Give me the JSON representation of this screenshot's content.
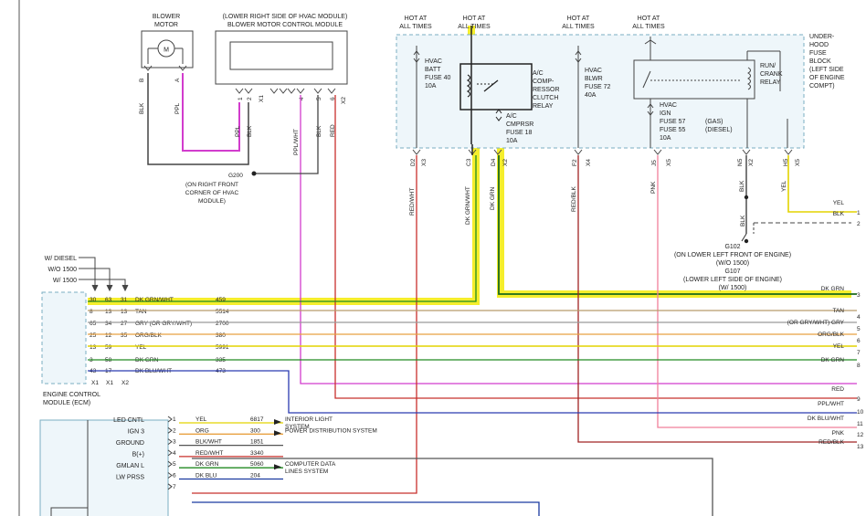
{
  "colors": {
    "highlight": "#f5ee2c",
    "highlight_dark": "#e3d400",
    "magenta": "#d23ccd",
    "red": "#c8302c",
    "orange": "#e8a040",
    "tan": "#b89a6a",
    "gray": "#9a9a9a",
    "green": "#208a20",
    "blue": "#2a3ab0",
    "pink": "#f07f9a",
    "black": "#333333",
    "dashed": "#7aaec2"
  },
  "blower_motor": {
    "title": [
      "BLOWER",
      "MOTOR"
    ],
    "symbol": "M",
    "pins": [
      "B",
      "A"
    ],
    "wires": [
      "BLK",
      "PPL"
    ]
  },
  "bmcm": {
    "title": [
      "(LOWER RIGHT SIDE OF HVAC MODULE)",
      "BLOWER MOTOR CONTROL MODULE"
    ],
    "pins": [
      "1",
      "2",
      "X1",
      "3",
      "4",
      "5",
      "6",
      "X2"
    ],
    "wires": [
      "PPL",
      "BLK",
      "PPL/WHT",
      "BLK",
      "RED"
    ]
  },
  "g200": {
    "id": "G200",
    "location": [
      "(ON RIGHT FRONT",
      "CORNER OF HVAC",
      "MODULE)"
    ]
  },
  "fuse_block": {
    "label": [
      "UNDER-",
      "HOOD",
      "FUSE",
      "BLOCK",
      "(LEFT SIDE",
      "OF ENGINE",
      "COMPT)"
    ],
    "hot": [
      {
        "text": [
          "HOT AT",
          "ALL TIMES"
        ]
      },
      {
        "text": [
          "HOT AT",
          "ALL TIMES"
        ]
      },
      {
        "text": [
          "HOT AT",
          "ALL TIMES"
        ]
      },
      {
        "text": [
          "HOT AT",
          "ALL TIMES"
        ]
      }
    ],
    "hvac_batt": [
      "HVAC",
      "BATT",
      "FUSE 40",
      "10A"
    ],
    "ac_relay": [
      "A/C",
      "COMP-",
      "RESSOR",
      "CLUTCH",
      "RELAY"
    ],
    "ac_fuse": [
      "A/C",
      "CMPRSR",
      "FUSE 18",
      "10A"
    ],
    "blwr_fuse": [
      "HVAC",
      "BLWR",
      "FUSE 72",
      "40A"
    ],
    "run_crank": [
      "RUN/",
      "CRANK",
      "RELAY"
    ],
    "ign_fuse": [
      "HVAC",
      "IGN",
      "FUSE 57",
      "FUSE 55",
      "10A"
    ],
    "ign_notes": [
      "(GAS)",
      "(DIESEL)"
    ],
    "terminals": [
      {
        "pin": "D2",
        "conn": "X3",
        "wire": "RED/WHT"
      },
      {
        "pin": "C3",
        "conn": "",
        "wire": "DK GRN/WHT"
      },
      {
        "pin": "D4",
        "conn": "X2",
        "wire": "DK GRN"
      },
      {
        "pin": "F2",
        "conn": "X4",
        "wire": "RED/BLK"
      },
      {
        "pin": "J5",
        "conn": "X5",
        "wire": "PNK"
      },
      {
        "pin": "N5",
        "conn": "X2",
        "wire": "BLK"
      },
      {
        "pin": "H5",
        "conn": "X5",
        "wire": "YEL"
      }
    ]
  },
  "ground": {
    "wire": "BLK",
    "g102": [
      "G102",
      "(ON LOWER LEFT FRONT OF ENGINE)",
      "(W/O 1500)"
    ],
    "g107": [
      "G107",
      "(LOWER LEFT SIDE OF ENGINE)",
      "(W/ 1500)"
    ]
  },
  "ecm": {
    "variants": [
      "W/ DIESEL",
      "W/O 1500",
      "W/ 1500"
    ],
    "label": [
      "ENGINE CONTROL",
      "MODULE (ECM)"
    ],
    "connectors": [
      "X1",
      "X1",
      "X2"
    ],
    "rows": [
      {
        "p1": "30",
        "p2": "63",
        "p3": "31",
        "wire": "DK GRN/WHT",
        "circuit": "459"
      },
      {
        "p1": "8",
        "p2": "13",
        "p3": "13",
        "wire": "TAN",
        "circuit": "5514"
      },
      {
        "p1": "65",
        "p2": "34",
        "p3": "27",
        "wire": "GRY  (OR GRY/WHT)",
        "circuit": "2700"
      },
      {
        "p1": "25",
        "p2": "12",
        "p3": "35",
        "wire": "ORG/BLK",
        "circuit": "380"
      },
      {
        "p1": "13",
        "p2": "59",
        "p3": "",
        "wire": "YEL",
        "circuit": "5991"
      },
      {
        "p1": "3",
        "p2": "58",
        "p3": "",
        "wire": "DK GRN",
        "circuit": "335"
      },
      {
        "p1": "43",
        "p2": "17",
        "p3": "",
        "wire": "DK BLU/WHT",
        "circuit": "473"
      }
    ]
  },
  "right_labels": [
    {
      "num": "1",
      "wire": "YEL"
    },
    {
      "num": "2",
      "wire": "BLK"
    },
    {
      "num": "3",
      "wire": "DK GRN"
    },
    {
      "num": "4",
      "wire": "TAN"
    },
    {
      "num": "5",
      "wire": "(OR GRY/WHT)   GRY"
    },
    {
      "num": "6",
      "wire": "ORG/BLK"
    },
    {
      "num": "7",
      "wire": "YEL"
    },
    {
      "num": "8",
      "wire": "DK GRN"
    },
    {
      "num": "9",
      "wire": "RED"
    },
    {
      "num": "10",
      "wire": "PPL/WHT"
    },
    {
      "num": "11",
      "wire": "DK BLU/WHT"
    },
    {
      "num": "12",
      "wire": "PNK"
    },
    {
      "num": "13",
      "wire": "RED/BLK"
    }
  ],
  "module2": {
    "items": [
      "LED CNTL",
      "IGN 3",
      "GROUND",
      "B(+)",
      "GMLAN L",
      "LW PRSS"
    ],
    "rows": [
      {
        "pin": "1",
        "wire": "YEL",
        "circuit": "6817",
        "dest": [
          "INTERIOR LIGHT",
          "SYSTEM"
        ]
      },
      {
        "pin": "2",
        "wire": "ORG",
        "circuit": "300",
        "dest": [
          "POWER DISTRIBUTION SYSTEM"
        ]
      },
      {
        "pin": "3",
        "wire": "BLK/WHT",
        "circuit": "1851",
        "dest": []
      },
      {
        "pin": "4",
        "wire": "RED/WHT",
        "circuit": "3340",
        "dest": []
      },
      {
        "pin": "5",
        "wire": "DK GRN",
        "circuit": "5060",
        "dest": [
          "COMPUTER DATA",
          "LINES SYSTEM"
        ]
      },
      {
        "pin": "6",
        "wire": "DK BLU",
        "circuit": "204",
        "dest": []
      },
      {
        "pin": "7",
        "wire": "",
        "circuit": "",
        "dest": []
      }
    ]
  }
}
